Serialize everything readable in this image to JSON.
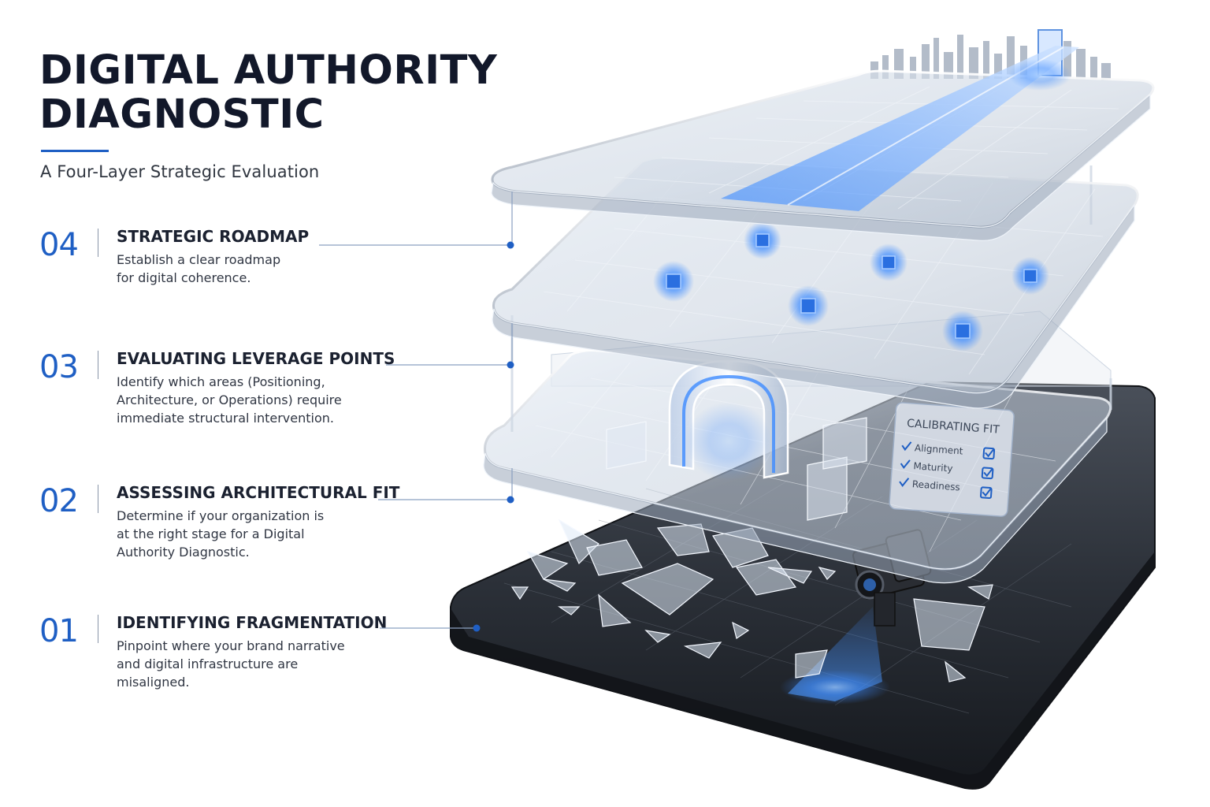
{
  "header": {
    "title_line1": "DIGITAL AUTHORITY",
    "title_line2": "DIAGNOSTIC",
    "subtitle": "A Four-Layer Strategic Evaluation"
  },
  "steps": [
    {
      "number": "04",
      "title": "STRATEGIC ROADMAP",
      "desc_lines": [
        "Establish a clear roadmap",
        "for digital coherence."
      ]
    },
    {
      "number": "03",
      "title": "EVALUATING LEVERAGE POINTS",
      "desc_lines": [
        "Identify which areas (Positioning,",
        "Architecture, or Operations) require",
        "immediate structural intervention."
      ]
    },
    {
      "number": "02",
      "title": "ASSESSING ARCHITECTURAL FIT",
      "desc_lines": [
        "Determine if your organization is",
        "at the right stage for a Digital",
        "Authority Diagnostic."
      ]
    },
    {
      "number": "01",
      "title": "IDENTIFYING FRAGMENTATION",
      "desc_lines": [
        "Pinpoint where your brand narrative",
        "and digital infrastructure are",
        "misaligned."
      ]
    }
  ],
  "panel": {
    "title": "CALIBRATING FIT",
    "items": [
      "Alignment",
      "Maturity",
      "Readiness"
    ]
  },
  "colors": {
    "accent": "#1f5fc4",
    "glow": "#3d8bff",
    "base_dark": "#1d2128",
    "glass": "#c9d3e0"
  }
}
